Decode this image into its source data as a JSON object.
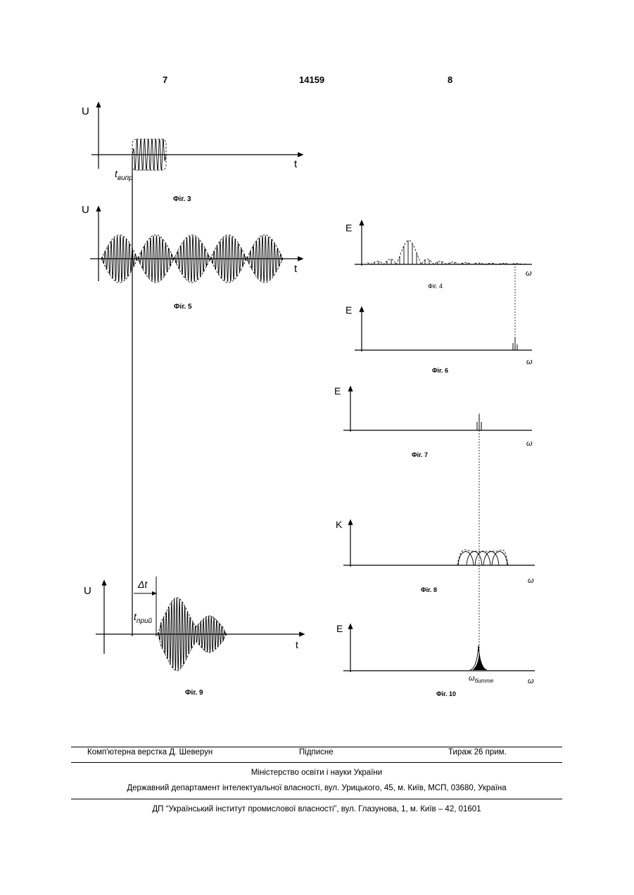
{
  "header": {
    "left_page": "7",
    "patent_number": "14159",
    "right_page": "8"
  },
  "figures": {
    "fig3": {
      "caption": "Фіг. 3",
      "y_label": "U",
      "x_label": "t",
      "time_label_main": "t",
      "time_label_sub": "випр"
    },
    "fig4": {
      "caption": "Фіг. 4",
      "y_label": "E",
      "x_label": "ω"
    },
    "fig5": {
      "caption": "Фіг. 5",
      "y_label": "U",
      "x_label": "t"
    },
    "fig6": {
      "caption": "Фіг. 6",
      "y_label": "E",
      "x_label": "ω"
    },
    "fig7": {
      "caption": "Фіг. 7",
      "y_label": "E",
      "x_label": "ω"
    },
    "fig8": {
      "caption": "Фіг. 8",
      "y_label": "K",
      "x_label": "ω"
    },
    "fig9": {
      "caption": "Фіг. 9",
      "y_label": "U",
      "x_label": "t",
      "delta_label": "Δt",
      "time_label_main": "t",
      "time_label_sub": "прий"
    },
    "fig10": {
      "caption": "Фіг. 10",
      "y_label": "E",
      "x_label": "ω",
      "peak_label_main": "ω",
      "peak_label_sub": "биття"
    }
  },
  "footer": {
    "layout_credit": "Комп'ютерна верстка Д. Шеверун",
    "signed": "Підписне",
    "circulation": "Тираж 26 прим.",
    "ministry": "Міністерство освіти і науки України",
    "department": "Державний департамент інтелектуальної власності, вул. Урицького, 45, м. Київ, МСП, 03680, Україна",
    "institute": "ДП “Український інститут промислової власності”, вул. Глазунова, 1, м. Київ – 42, 01601"
  }
}
